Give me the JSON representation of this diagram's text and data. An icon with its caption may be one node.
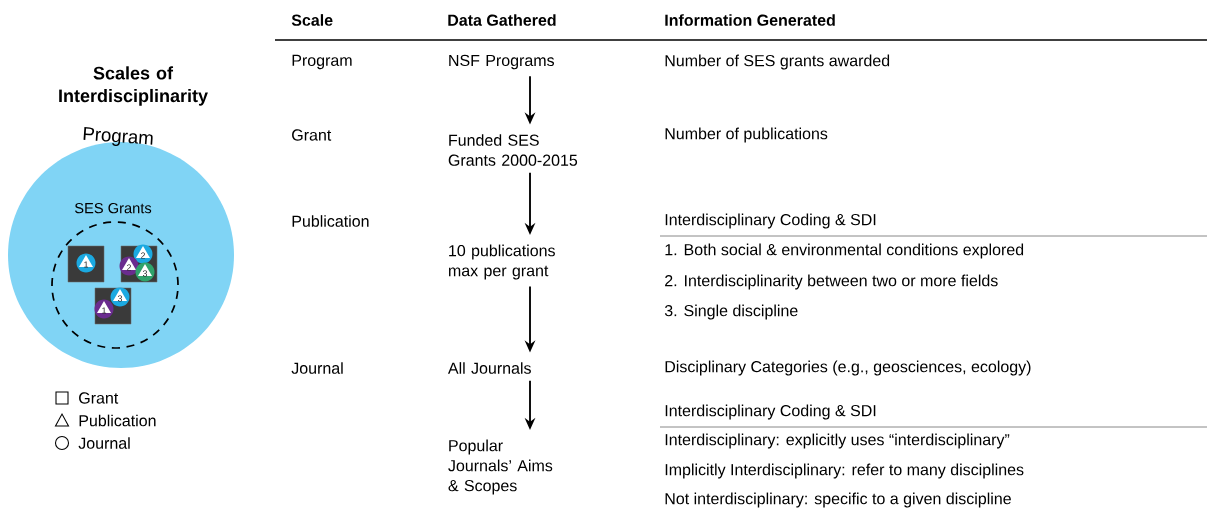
{
  "diagram": {
    "title": "Scales of Interdisciplinarity",
    "nodes": [
      {
        "text": [
          "Program"
        ]
      },
      {
        "text": [
          "SES Grants"
        ],
        "in": 0
      },
      {
        "text": [],
        "shape": "box",
        "in": 1
      },
      {
        "text": [
          "1"
        ],
        "in": 2
      },
      {
        "text": [],
        "shape": "box",
        "in": 1
      },
      {
        "text": [
          "2"
        ],
        "in": 4
      },
      {
        "text": [
          "2"
        ],
        "in": 4
      },
      {
        "text": [
          "3"
        ],
        "in": 4
      },
      {
        "text": [],
        "shape": "box",
        "in": 1
      },
      {
        "text": [
          "3"
        ],
        "in": 8
      },
      {
        "text": [
          "1"
        ],
        "in": 8
      },
      {
        "text": [
          "NSF Programs"
        ]
      },
      {
        "text": [
          "Funded SES Grants 2000-2015"
        ]
      },
      {
        "text": [
          "10 publications max per grant"
        ]
      },
      {
        "text": [
          "All Journals"
        ]
      },
      {
        "text": [
          "Popular Journals’ Aims & Scopes"
        ]
      }
    ],
    "edges": [
      {
        "from": 11,
        "to": 12,
        "arrow": "to"
      },
      {
        "from": 12,
        "to": 13,
        "arrow": "to"
      },
      {
        "from": 13,
        "to": 14,
        "arrow": "to"
      },
      {
        "from": 14,
        "to": 15,
        "arrow": "to"
      }
    ],
    "labels": [
      "Scale",
      "Data Gathered",
      "Information Generated",
      "Program",
      "Number of SES grants awarded",
      "Grant",
      "Number of publications",
      "Publication",
      "Interdisciplinary Coding & SDI",
      "1. Both social & environmental conditions explored",
      "2. Interdisciplinarity between two or more fields",
      "3. Single discipline",
      "Journal",
      "Disciplinary Categories (e.g., geosciences, ecology)",
      "Interdisciplinary Coding & SDI",
      "Interdisciplinary: explicitly uses “interdisciplinary”",
      "Implicitly Interdisciplinary: refer to many disciplines",
      "Not interdisciplinary: specific to a given discipline"
    ],
    "legend": [
      {
        "text": "Grant"
      },
      {
        "text": "Publication"
      },
      {
        "text": "Journal"
      }
    ]
  }
}
